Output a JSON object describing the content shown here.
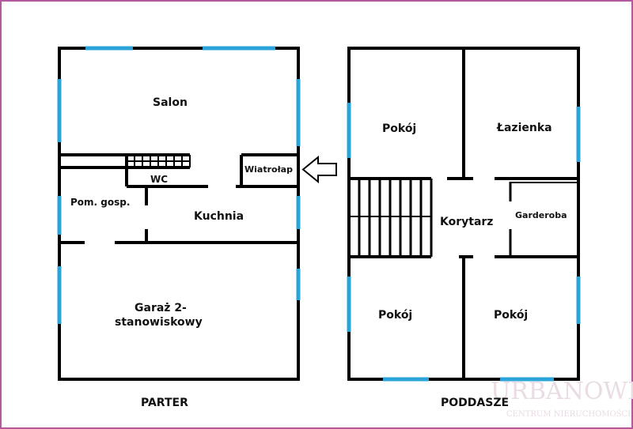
{
  "parter": {
    "title": "PARTER",
    "rooms": {
      "salon": "Salon",
      "wc": "WC",
      "wiatrolap": "Wiatrołap",
      "pom_gosp": "Pom. gosp.",
      "kuchnia": "Kuchnia",
      "garaz_1": "Garaż 2-",
      "garaz_2": "stanowiskowy"
    }
  },
  "poddasze": {
    "title": "PODDASZE",
    "rooms": {
      "pokoj_nw": "Pokój",
      "lazienka": "Łazienka",
      "korytarz": "Korytarz",
      "garderoba": "Garderoba",
      "pokoj_sw": "Pokój",
      "pokoj_se": "Pokój"
    }
  },
  "watermark": {
    "name": "URBANOWICZ",
    "subtitle": "CENTRUM NIERUCHOMOŚCI"
  },
  "colors": {
    "wall": "#000000",
    "window": "#2aa3d8",
    "frame": "#b35a9e"
  }
}
